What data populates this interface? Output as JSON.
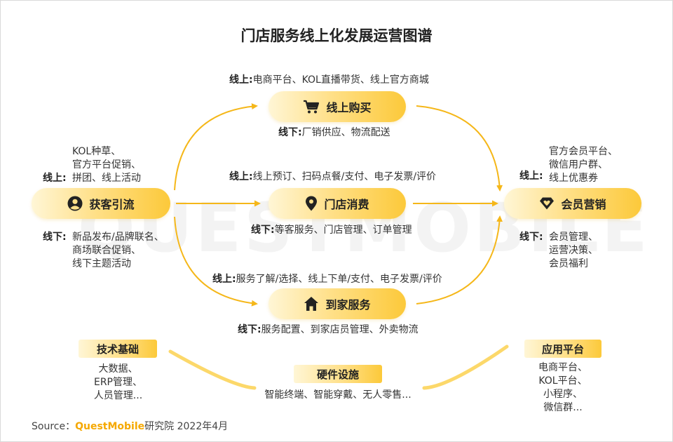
{
  "title": "门店服务线上化发展运营图谱",
  "watermark": "QUESTMOBILE",
  "colors": {
    "accent": "#f5a800",
    "arrow": "#f5b719",
    "arc": "#fcd86a"
  },
  "nodes": {
    "acquire": {
      "label": "获客引流",
      "icon": "user-circle-icon"
    },
    "buy": {
      "label": "线上购买",
      "icon": "shopping-cart-icon"
    },
    "store": {
      "label": "门店消费",
      "icon": "location-pin-icon"
    },
    "home": {
      "label": "到家服务",
      "icon": "house-icon"
    },
    "member": {
      "label": "会员营销",
      "icon": "diamond-heart-icon"
    }
  },
  "texts": {
    "buy_online": {
      "label": "线上:",
      "text": "电商平台、KOL直播带货、线上官方商城"
    },
    "buy_offline": {
      "label": "线下:",
      "text": "厂销供应、物流配送"
    },
    "store_online": {
      "label": "线上:",
      "text": "线上预订、扫码点餐/支付、电子发票/评价"
    },
    "store_offline": {
      "label": "线下:",
      "text": "等客服务、门店管理、订单管理"
    },
    "home_online": {
      "label": "线上:",
      "text": "服务了解/选择、线上下单/支付、电子发票/评价"
    },
    "home_offline": {
      "label": "线下:",
      "text": "服务配置、到家店员管理、外卖物流"
    },
    "acq_online": {
      "label": "线上:",
      "lines": [
        "KOL种草、",
        "官方平台促销、",
        "拼团、线上活动"
      ]
    },
    "acq_offline": {
      "label": "线下:",
      "lines": [
        "新品发布/品牌联名、",
        "商场联合促销、",
        "线下主题活动"
      ]
    },
    "mem_online": {
      "label": "线上:",
      "lines": [
        "官方会员平台、",
        "微信用户群、",
        "线上优惠券"
      ]
    },
    "mem_offline": {
      "label": "线下:",
      "lines": [
        "会员管理、",
        "运营决策、",
        "会员福利"
      ]
    }
  },
  "foundations": {
    "tech": {
      "label": "技术基础",
      "lines": [
        "大数据、",
        "ERP管理、",
        "人员管理..."
      ]
    },
    "hardware": {
      "label": "硬件设施",
      "lines": [
        "智能终端、智能穿戴、无人零售..."
      ]
    },
    "platform": {
      "label": "应用平台",
      "lines": [
        "电商平台、",
        "KOL平台、",
        "小程序、",
        "微信群..."
      ]
    }
  },
  "footer": {
    "prefix": "Source：",
    "brand": "QuestMobile",
    "suffix": "研究院 2022年4月"
  }
}
